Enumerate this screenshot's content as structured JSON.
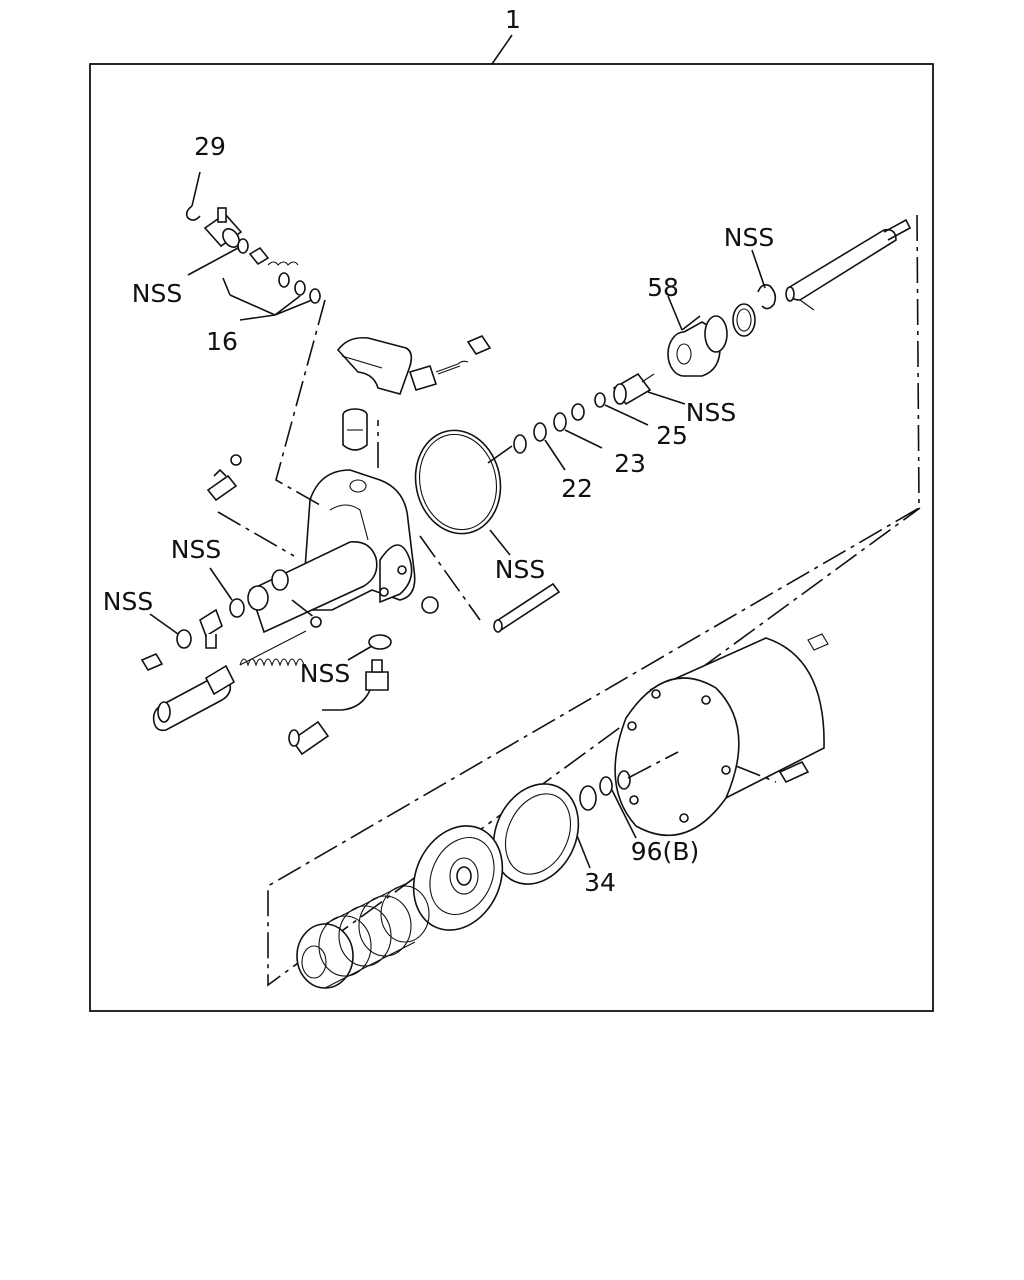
{
  "labels": {
    "assembly": "1",
    "p29": "29",
    "nss_top_left": "NSS",
    "p16": "16",
    "nss_top_right": "NSS",
    "p58": "58",
    "nss_25": "NSS",
    "p25": "25",
    "p23": "23",
    "p22": "22",
    "nss_oring": "NSS",
    "nss_left1": "NSS",
    "nss_left2": "NSS",
    "nss_bottom": "NSS",
    "p96b": "96(B)",
    "p34": "34"
  }
}
